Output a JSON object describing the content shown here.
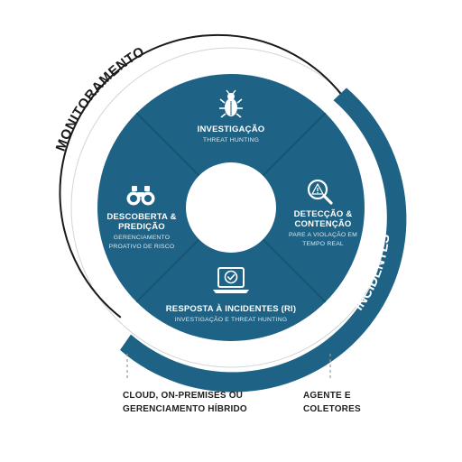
{
  "colors": {
    "wheel": "#1e6386",
    "divider": "#12506c",
    "outer_band": "#1e6386",
    "white": "#ffffff",
    "dark_text": "#1f1f1f",
    "dashed": "#9a9a9a"
  },
  "ring_labels": {
    "monitoramento": "MONITORAMENTO",
    "incidentes": "INCIDENTES"
  },
  "segments": [
    {
      "id": "investigacao",
      "icon": "bug-icon",
      "title": [
        "INVESTIGAÇÃO"
      ],
      "subtitle": [
        "THREAT HUNTING"
      ]
    },
    {
      "id": "deteccao",
      "icon": "magnifier-warning-icon",
      "title": [
        "DETECÇÃO &",
        "CONTENÇÃO"
      ],
      "subtitle": [
        "PARE A VIOLAÇÃO EM",
        "TEMPO REAL"
      ]
    },
    {
      "id": "resposta",
      "icon": "laptop-check-icon",
      "title": [
        "RESPOSTA À INCIDENTES (RI)"
      ],
      "subtitle": [
        "INVESTIGAÇÃO E THREAT HUNTING"
      ]
    },
    {
      "id": "descoberta",
      "icon": "binoculars-icon",
      "title": [
        "DESCOBERTA &",
        "PREDIÇÃO"
      ],
      "subtitle": [
        "GERENCIAMENTO",
        "PROATIVO DE RISCO"
      ]
    }
  ],
  "footer": {
    "left": [
      "CLOUD, ON-PREMISES OU",
      "GERENCIAMENTO HÍBRIDO"
    ],
    "right": [
      "AGENTE E",
      "COLETORES"
    ]
  }
}
